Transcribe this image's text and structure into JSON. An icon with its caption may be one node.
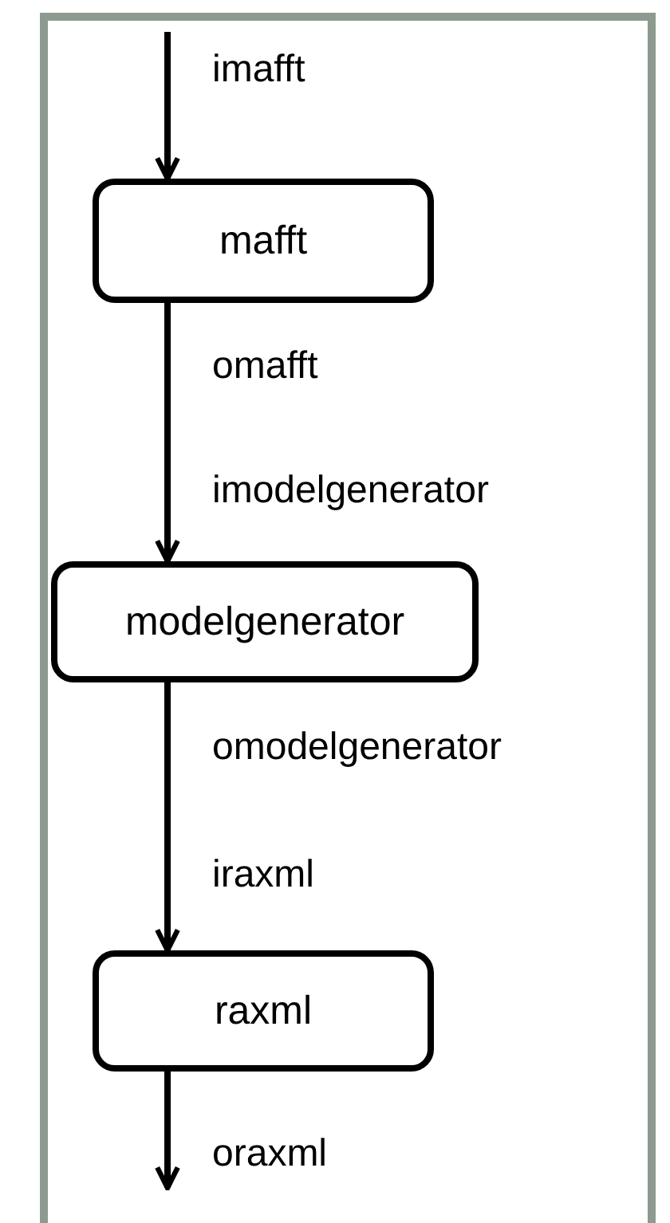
{
  "diagram": {
    "nodes": [
      {
        "text": [
          "mafft"
        ],
        "beside": [
          "imafft",
          "omafft"
        ]
      },
      {
        "text": [
          "modelgenerator"
        ],
        "beside": [
          "imodelgenerator",
          "omodelgenerator"
        ]
      },
      {
        "text": [
          "raxml"
        ],
        "beside": [
          "iraxml",
          "oraxml"
        ]
      }
    ],
    "edges": [
      {
        "from": null,
        "to": 0,
        "arrow": "to"
      },
      {
        "from": 0,
        "to": 1,
        "arrow": "to"
      },
      {
        "from": 1,
        "to": 2,
        "arrow": "to"
      },
      {
        "from": 2,
        "to": null,
        "arrow": "to"
      }
    ]
  }
}
